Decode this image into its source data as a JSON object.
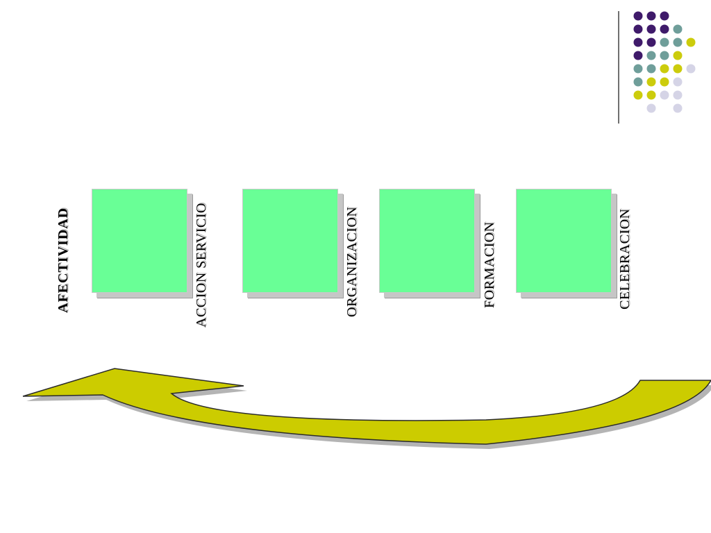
{
  "colors": {
    "box_fill": "#69ff96",
    "arrow_fill": "#cccc00",
    "arrow_shadow": "#b4b4b4",
    "dot_purple": "#3f1a6a",
    "dot_teal": "#6f9e9a",
    "dot_lime": "#cccc0c",
    "dot_lavender": "#d5d4e6"
  },
  "stages": [
    {
      "label": "AFECTIVIDAD"
    },
    {
      "label": "ACCION SERVICIO"
    },
    {
      "label": "ORGANIZACION"
    },
    {
      "label": "FORMACION"
    },
    {
      "label": "CELEBRACION"
    }
  ],
  "arrow": {
    "icon": "curved-return-arrow-icon"
  },
  "decoration": {
    "icon": "dot-grid-icon",
    "rows": [
      [
        "purple",
        "purple",
        "purple",
        "",
        "",
        ""
      ],
      [
        "purple",
        "purple",
        "purple",
        "teal",
        "",
        ""
      ],
      [
        "purple",
        "purple",
        "teal",
        "teal",
        "lime",
        ""
      ],
      [
        "purple",
        "teal",
        "teal",
        "lime",
        "",
        ""
      ],
      [
        "teal",
        "teal",
        "lime",
        "lime",
        "lavender",
        ""
      ],
      [
        "teal",
        "lime",
        "lime",
        "lavender",
        "",
        ""
      ],
      [
        "lime",
        "lime",
        "lavender",
        "lavender",
        "",
        ""
      ],
      [
        "",
        "lavender",
        "",
        "lavender",
        "",
        ""
      ]
    ]
  }
}
